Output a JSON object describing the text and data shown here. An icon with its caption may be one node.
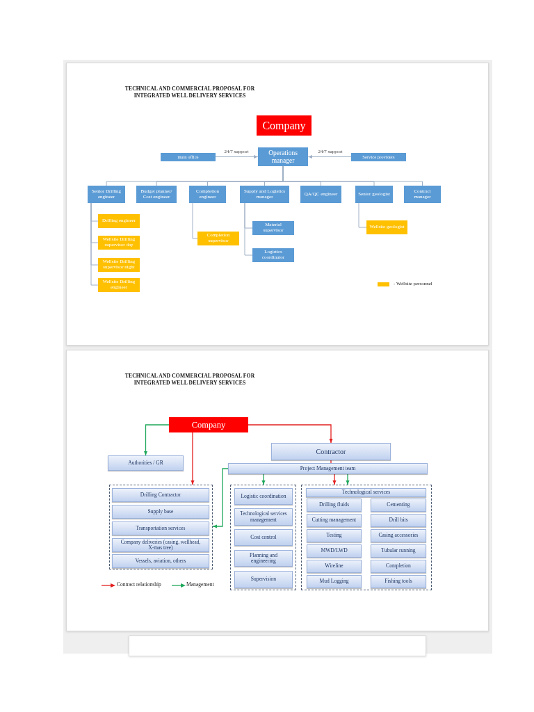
{
  "diagram": {
    "title": "TECHNICAL AND COMMERCIAL PROPOSAL FOR INTEGRATED WELL DELIVERY SERVICES",
    "nodes": [
      {
        "text": [
          "Company"
        ]
      },
      {
        "text": [
          "main office"
        ]
      },
      {
        "text": [
          "Operations manager"
        ]
      },
      {
        "text": [
          "Service providers"
        ]
      },
      {
        "text": [
          "Senior Drilling engineer"
        ]
      },
      {
        "text": [
          "Budget planner/ Cost engineer"
        ]
      },
      {
        "text": [
          "Completion engineer"
        ]
      },
      {
        "text": [
          "Supply and Logistics manager"
        ]
      },
      {
        "text": [
          "QA/QC engineer"
        ]
      },
      {
        "text": [
          "Senior geologist"
        ]
      },
      {
        "text": [
          "Contract manager"
        ]
      },
      {
        "text": [
          "Drilling engineer"
        ]
      },
      {
        "text": [
          "Wellsite Drilling supervisor day"
        ]
      },
      {
        "text": [
          "Wellsite Drilling supervisor night"
        ]
      },
      {
        "text": [
          "Wellsite Drilling engineer"
        ]
      },
      {
        "text": [
          "Completion supervisor"
        ]
      },
      {
        "text": [
          "Material supervisor"
        ]
      },
      {
        "text": [
          "Logistics coordinator"
        ]
      },
      {
        "text": [
          "Wellsite geologist"
        ]
      },
      {
        "text": [
          "Company"
        ]
      },
      {
        "text": [
          "Authorities / GR"
        ]
      },
      {
        "text": [
          "Contractor"
        ]
      },
      {
        "text": [
          "Project Management team"
        ]
      },
      {
        "text": [],
        "shape": "box"
      },
      {
        "text": [
          "Drilling Contractor"
        ],
        "in": 23
      },
      {
        "text": [
          "Supply base"
        ],
        "in": 23
      },
      {
        "text": [
          "Transportation services"
        ],
        "in": 23
      },
      {
        "text": [
          "Company deliveries (casing, wellhead, X-mas tree)"
        ],
        "in": 23
      },
      {
        "text": [
          "Vessels, aviation, others"
        ],
        "in": 23
      },
      {
        "text": [],
        "shape": "box"
      },
      {
        "text": [
          "Logistic coordination"
        ],
        "in": 29
      },
      {
        "text": [
          "Technological services management"
        ],
        "in": 29
      },
      {
        "text": [
          "Cost control"
        ],
        "in": 29
      },
      {
        "text": [
          "Planning and engineering"
        ],
        "in": 29
      },
      {
        "text": [
          "Supervision"
        ],
        "in": 29
      },
      {
        "text": [],
        "shape": "box"
      },
      {
        "text": [
          "Technological services"
        ],
        "in": 35
      },
      {
        "text": [
          "Drilling fluids"
        ],
        "in": 35
      },
      {
        "text": [
          "Cementing"
        ],
        "in": 35
      },
      {
        "text": [
          "Cutting management"
        ],
        "in": 35
      },
      {
        "text": [
          "Drill bits"
        ],
        "in": 35
      },
      {
        "text": [
          "Testing"
        ],
        "in": 35
      },
      {
        "text": [
          "Casing accessories"
        ],
        "in": 35
      },
      {
        "text": [
          "MWD/LWD"
        ],
        "in": 35
      },
      {
        "text": [
          "Tubular running"
        ],
        "in": 35
      },
      {
        "text": [
          "Wireline"
        ],
        "in": 35
      },
      {
        "text": [
          "Completion"
        ],
        "in": 35
      },
      {
        "text": [
          "Mud Logging"
        ],
        "in": 35
      },
      {
        "text": [
          "Fishing tools"
        ],
        "in": 35
      }
    ],
    "edges": [
      {
        "from": 1,
        "to": 2,
        "arrow": "to",
        "label": "24/7 support"
      },
      {
        "from": 3,
        "to": 2,
        "arrow": "to",
        "label": "24/7 support"
      },
      {
        "from": 2,
        "to": 4,
        "arrow": "none"
      },
      {
        "from": 2,
        "to": 5,
        "arrow": "none"
      },
      {
        "from": 2,
        "to": 6,
        "arrow": "none"
      },
      {
        "from": 2,
        "to": 7,
        "arrow": "none"
      },
      {
        "from": 2,
        "to": 8,
        "arrow": "none"
      },
      {
        "from": 2,
        "to": 9,
        "arrow": "none"
      },
      {
        "from": 2,
        "to": 10,
        "arrow": "none"
      },
      {
        "from": 4,
        "to": 11,
        "arrow": "none"
      },
      {
        "from": 4,
        "to": 12,
        "arrow": "none"
      },
      {
        "from": 4,
        "to": 13,
        "arrow": "none"
      },
      {
        "from": 4,
        "to": 14,
        "arrow": "none"
      },
      {
        "from": 6,
        "to": 15,
        "arrow": "none"
      },
      {
        "from": 7,
        "to": 16,
        "arrow": "none"
      },
      {
        "from": 7,
        "to": 17,
        "arrow": "none"
      },
      {
        "from": 9,
        "to": 18,
        "arrow": "none"
      },
      {
        "from": 19,
        "to": 20,
        "arrow": "to",
        "color": "#1fa85a"
      },
      {
        "from": 19,
        "to": 21,
        "arrow": "to",
        "color": "#e32020"
      },
      {
        "from": 19,
        "to": 23,
        "arrow": "to",
        "color": "#e32020"
      },
      {
        "from": 21,
        "to": 22,
        "arrow": "none",
        "color": "#e32020"
      },
      {
        "from": 22,
        "to": 35,
        "arrow": "to",
        "color": "#e32020"
      },
      {
        "from": 22,
        "to": 29,
        "arrow": "to",
        "color": "#1fa85a"
      },
      {
        "from": 22,
        "to": 35,
        "arrow": "to",
        "color": "#1fa85a"
      },
      {
        "from": 22,
        "to": 23,
        "arrow": "to",
        "color": "#1fa85a"
      }
    ],
    "labels": [
      "TECHNICAL AND COMMERCIAL PROPOSAL FOR INTEGRATED WELL DELIVERY SERVICES"
    ],
    "legend": [
      {
        "text": "- Wellsite personnel",
        "color": "#ffc000"
      },
      {
        "text": "Contract relationship"
      },
      {
        "text": "Management"
      }
    ]
  }
}
